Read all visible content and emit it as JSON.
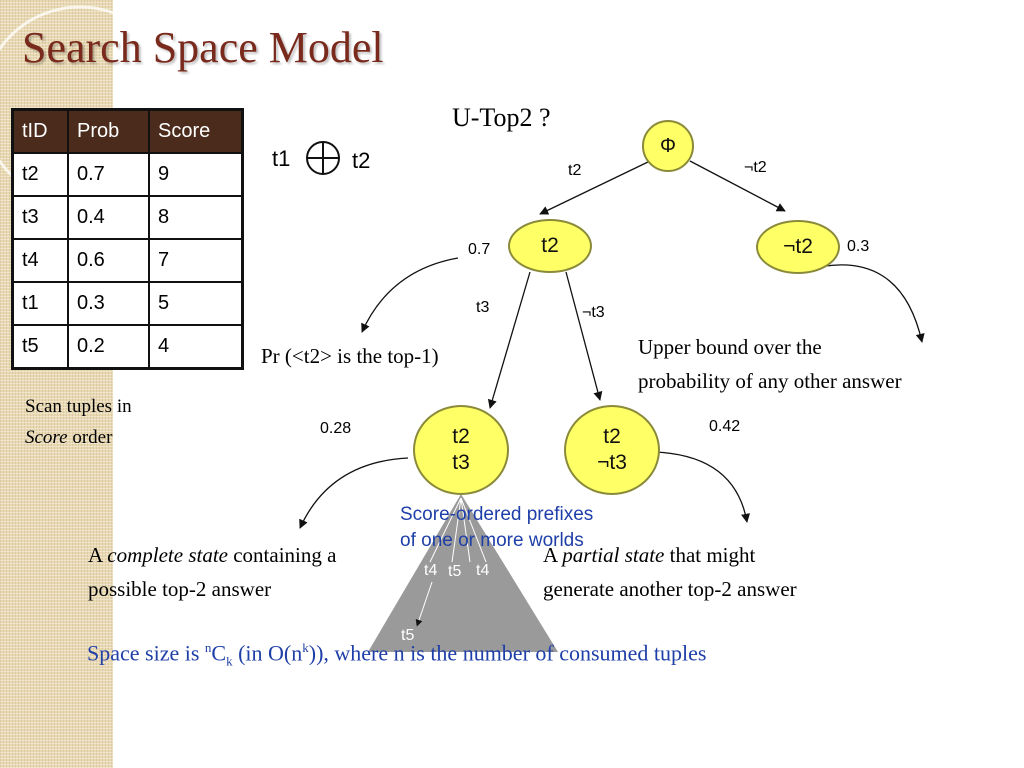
{
  "title": "Search Space Model",
  "table": {
    "headers": [
      "tID",
      "Prob",
      "Score"
    ],
    "rows": [
      [
        "t2",
        "0.7",
        "9"
      ],
      [
        "t3",
        "0.4",
        "8"
      ],
      [
        "t4",
        "0.6",
        "7"
      ],
      [
        "t1",
        "0.3",
        "5"
      ],
      [
        "t5",
        "0.2",
        "4"
      ]
    ]
  },
  "scan_note": {
    "line1": "Scan tuples in",
    "line2_em": "Score",
    "line2_rest": " order"
  },
  "xor": {
    "left": "t1",
    "right": "t2"
  },
  "query": "U-Top2 ?",
  "tree": {
    "root": "Φ",
    "edge_t2": "t2",
    "edge_not_t2": "¬t2",
    "node_t2": "t2",
    "node_not_t2": "¬t2",
    "prob_t2": "0.7",
    "prob_not_t2": "0.3",
    "edge_t3": "t3",
    "edge_not_t3": "¬t3",
    "node_t2t3": [
      "t2",
      "t3"
    ],
    "node_t2_not_t3": [
      "t2",
      "¬t3"
    ],
    "prob_t2t3": "0.28",
    "prob_t2_not_t3": "0.42",
    "sub_labels": {
      "a": "t4",
      "b": "t5",
      "c": "t4",
      "d": "t5"
    }
  },
  "annotations": {
    "pr_top1": "Pr (<t2> is the top-1)",
    "upper_bound_1": "Upper bound over the",
    "upper_bound_2": "probability of  any other answer",
    "prefixes_1": "Score-ordered prefixes",
    "prefixes_2": "of one or more worlds",
    "complete_a": "A ",
    "complete_em": "complete state",
    "complete_rest": "  containing a",
    "complete_line2": "possible top-2 answer",
    "partial_a": "A ",
    "partial_em": "partial state",
    "partial_rest": " that might",
    "partial_line2": "generate another top-2 answer"
  },
  "space_size": {
    "prefix": "Space size is ",
    "sup_n": "n",
    "c": "C",
    "sub_k": "k",
    "mid": " (in O(n",
    "sup_k": "k",
    "rest": ")), where n is the number of  consumed tuples"
  },
  "colors": {
    "title": "#7a2a1c",
    "table_header_bg": "#4a2b1c",
    "node_fill": "#ffff66",
    "blue_text": "#1f3fa8",
    "triangle": "#9a9a9a",
    "sidebar": "#e9d9b3"
  }
}
